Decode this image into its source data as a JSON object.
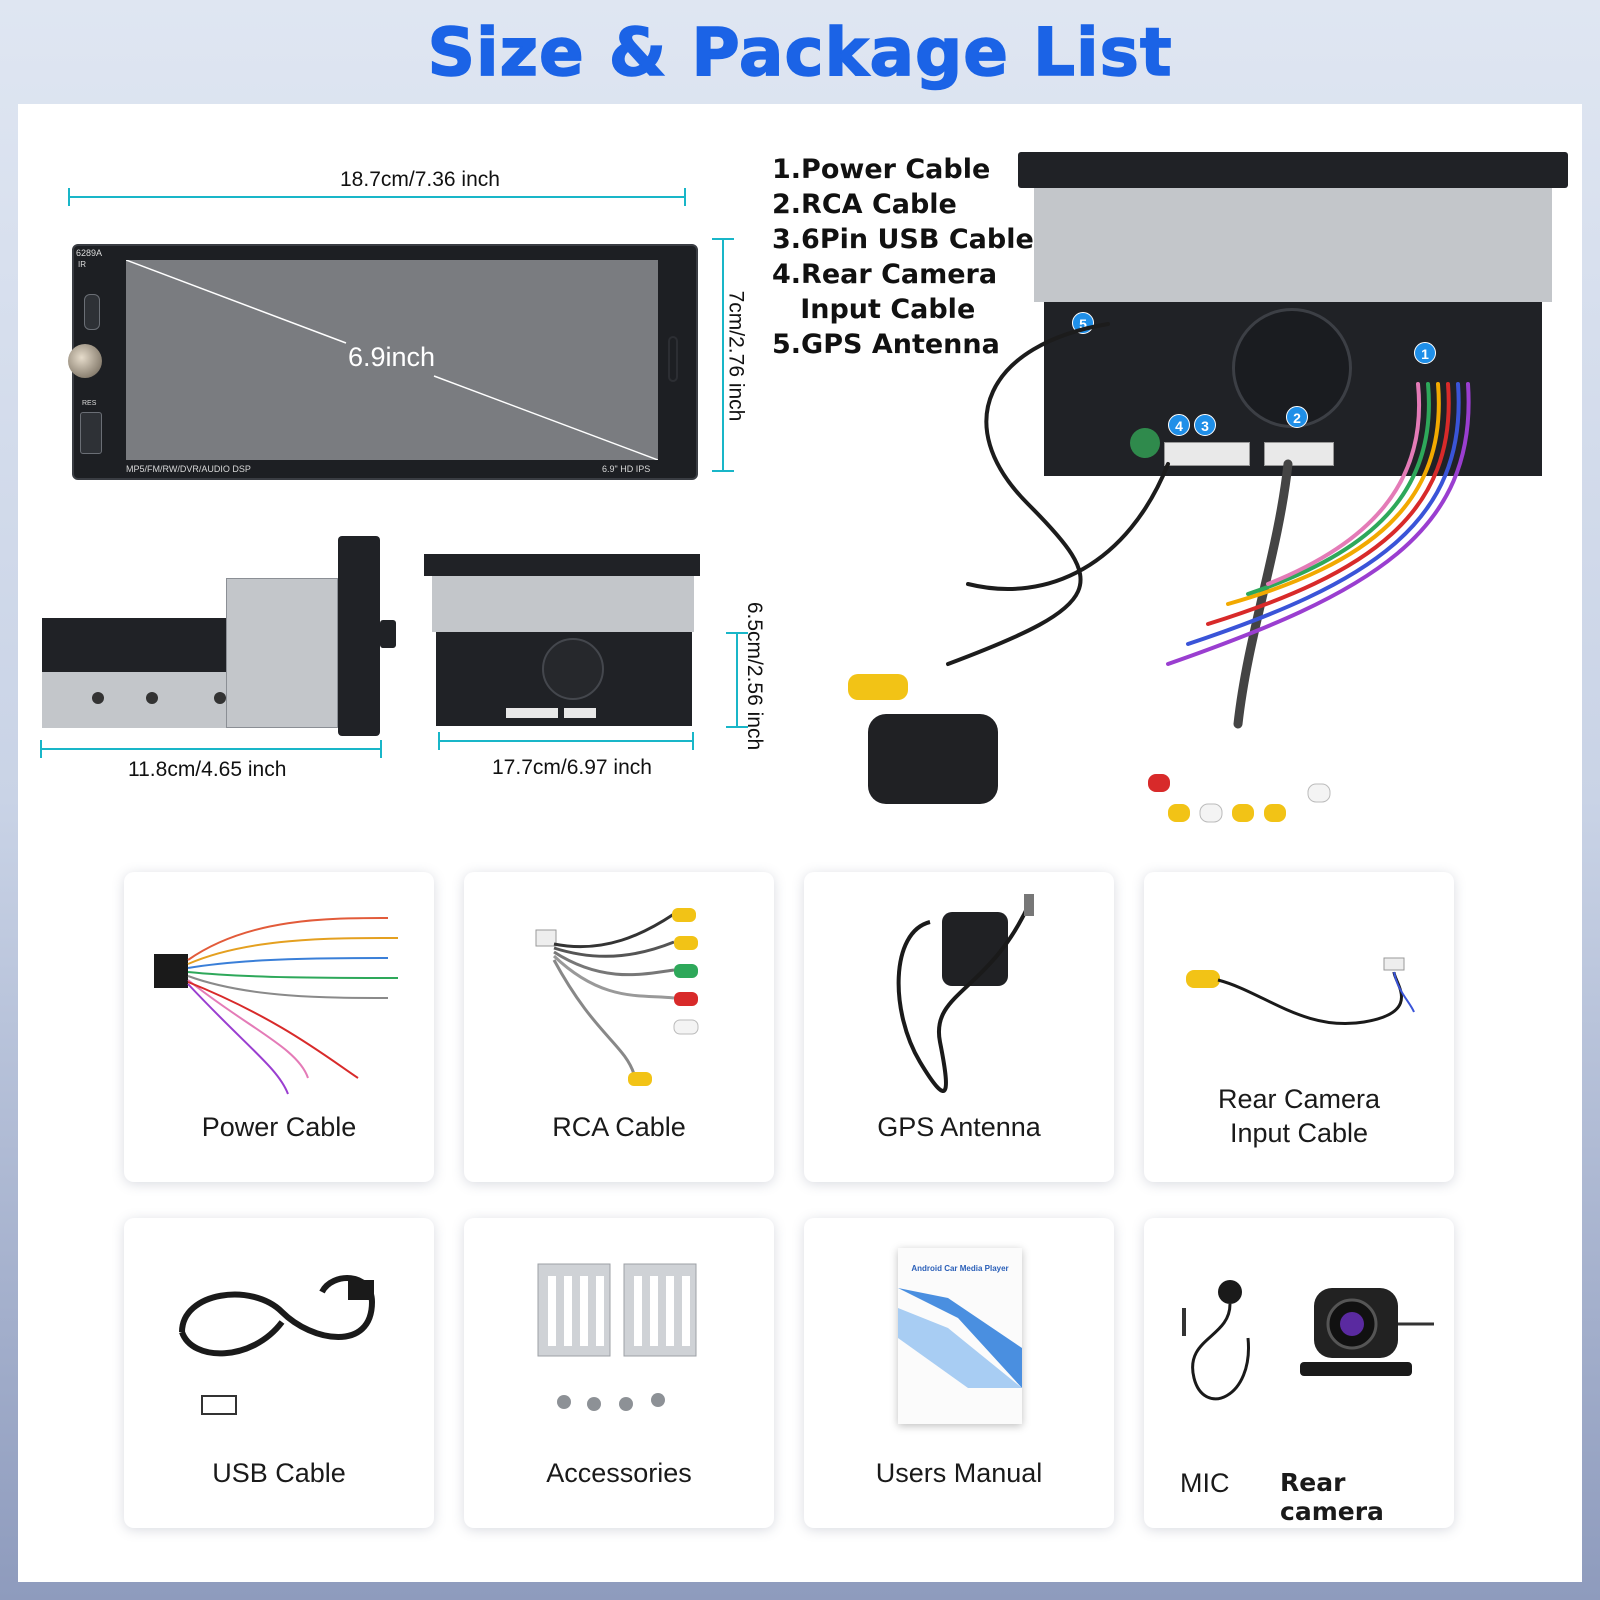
{
  "title": "Size & Package List",
  "dimensions": {
    "front_width": "18.7cm/7.36 inch",
    "front_height": "7cm/2.76 inch",
    "screen_size": "6.9inch",
    "side_depth": "11.8cm/4.65 inch",
    "rear_width": "17.7cm/6.97 inch",
    "rear_height": "6.5cm/2.56 inch"
  },
  "unit": {
    "model": "6289A",
    "ir_label": "IR",
    "res_label": "RES",
    "features_text": "MP5/FM/RW/DVR/AUDIO DSP",
    "screen_spec": "6.9\"  HD  IPS"
  },
  "connection_list": [
    "1.Power Cable",
    "2.RCA Cable",
    "3.6Pin USB Cable",
    "4.Rear Camera",
    "   Input Cable",
    "5.GPS Antenna"
  ],
  "port_badges": [
    "1",
    "2",
    "3",
    "4",
    "5"
  ],
  "package_items": [
    {
      "label": "Power Cable",
      "icon": "power-cable-icon"
    },
    {
      "label": "RCA Cable",
      "icon": "rca-cable-icon"
    },
    {
      "label": "GPS Antenna",
      "icon": "gps-antenna-icon"
    },
    {
      "label_line1": "Rear Camera",
      "label_line2": "Input Cable",
      "icon": "rear-camera-input-cable-icon"
    },
    {
      "label": "USB Cable",
      "icon": "usb-cable-icon"
    },
    {
      "label": "Accessories",
      "icon": "accessories-icon"
    },
    {
      "label": "Users Manual",
      "icon": "manual-icon",
      "manual_title": "Android Car Media Player"
    },
    {
      "mic_label": "MIC",
      "camera_label": "Rear camera",
      "icon": "mic-and-camera-icon"
    }
  ],
  "colors": {
    "title": "#1b63e6",
    "dimension_line": "#19b6c8",
    "badge": "#1f8fe8"
  }
}
